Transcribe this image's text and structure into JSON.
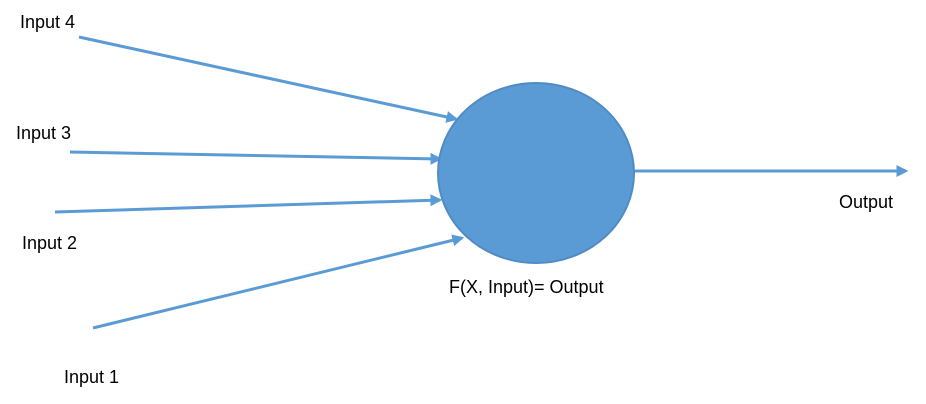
{
  "inputs": [
    {
      "label": "Input 1"
    },
    {
      "label": "Input 2"
    },
    {
      "label": "Input 3"
    },
    {
      "label": "Input 4"
    }
  ],
  "output_label": "Output",
  "neuron_formula": "F(X, Input)= Output",
  "colors": {
    "neuron_fill": "#5b9bd5",
    "neuron_stroke": "#4f8cc6",
    "arrow": "#5b9bd5"
  }
}
